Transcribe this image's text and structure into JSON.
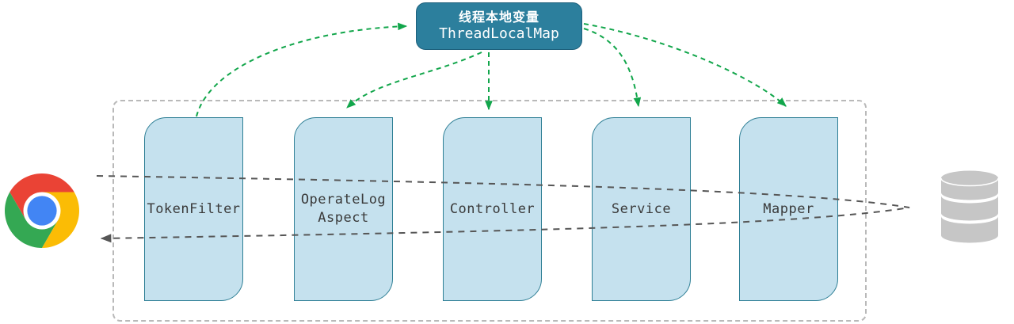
{
  "title_box": {
    "line1": "线程本地变量",
    "line2": "ThreadLocalMap"
  },
  "layers": [
    {
      "label": "TokenFilter"
    },
    {
      "label": "OperateLog Aspect"
    },
    {
      "label": "Controller"
    },
    {
      "label": "Service"
    },
    {
      "label": "Mapper"
    }
  ],
  "icons": {
    "left": "chrome-browser-icon",
    "right": "database-icon"
  },
  "arrows": {
    "green": [
      {
        "from": "TokenFilter",
        "to": "ThreadLocalMap"
      },
      {
        "from": "ThreadLocalMap",
        "to": "OperateLog Aspect"
      },
      {
        "from": "ThreadLocalMap",
        "to": "Controller"
      },
      {
        "from": "ThreadLocalMap",
        "to": "Service"
      },
      {
        "from": "ThreadLocalMap",
        "to": "Mapper"
      }
    ],
    "gray_loop": {
      "from": "chrome-browser",
      "to": "database",
      "style": "dashed request/response loop"
    }
  },
  "colors": {
    "thread_box_fill": "#2c7f9d",
    "thread_box_border": "#1d607c",
    "layer_fill": "#c5e1ee",
    "layer_border": "#2e7f95",
    "green_arrow": "#12a64b",
    "gray_arrow": "#565656",
    "container_dash": "#b9b9b9",
    "label_text": "#3a3a3a",
    "db_gray": "#c6c6c6"
  }
}
